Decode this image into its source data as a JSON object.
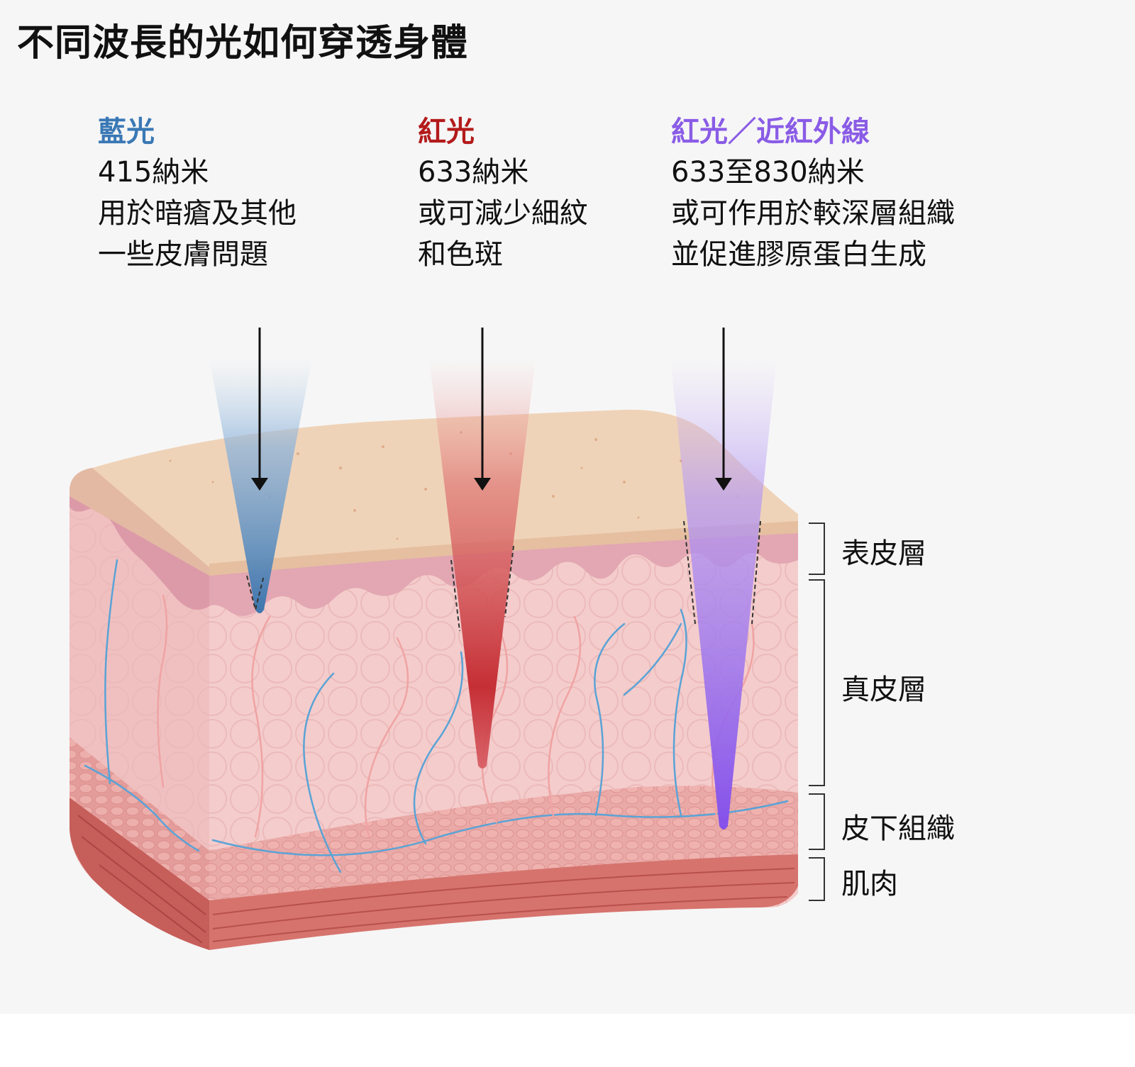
{
  "title": "不同波長的光如何穿透身體",
  "lights": {
    "blue": {
      "name": "藍光",
      "wavelength": "415納米",
      "desc1": "用於暗瘡及其他",
      "desc2": "一些皮膚問題",
      "color": "#3a78b5"
    },
    "red": {
      "name": "紅光",
      "wavelength": "633納米",
      "desc1": "或可減少細紋",
      "desc2": "和色斑",
      "color": "#b31b1b"
    },
    "nir": {
      "name": "紅光／近紅外線",
      "wavelength": "633至830納米",
      "desc1": "或可作用於較深層組織",
      "desc2": "並促進膠原蛋白生成",
      "color": "#8a5ce6"
    }
  },
  "layers": {
    "epidermis": "表皮層",
    "dermis": "真皮層",
    "subcutis": "皮下組織",
    "muscle": "肌肉"
  },
  "colors": {
    "epidermis_top": "#efd3b7",
    "dermis": "#f3c9c9",
    "subcutis": "#e8a3a3",
    "muscle": "#d6716c",
    "vessel": "#5aa3d6"
  }
}
